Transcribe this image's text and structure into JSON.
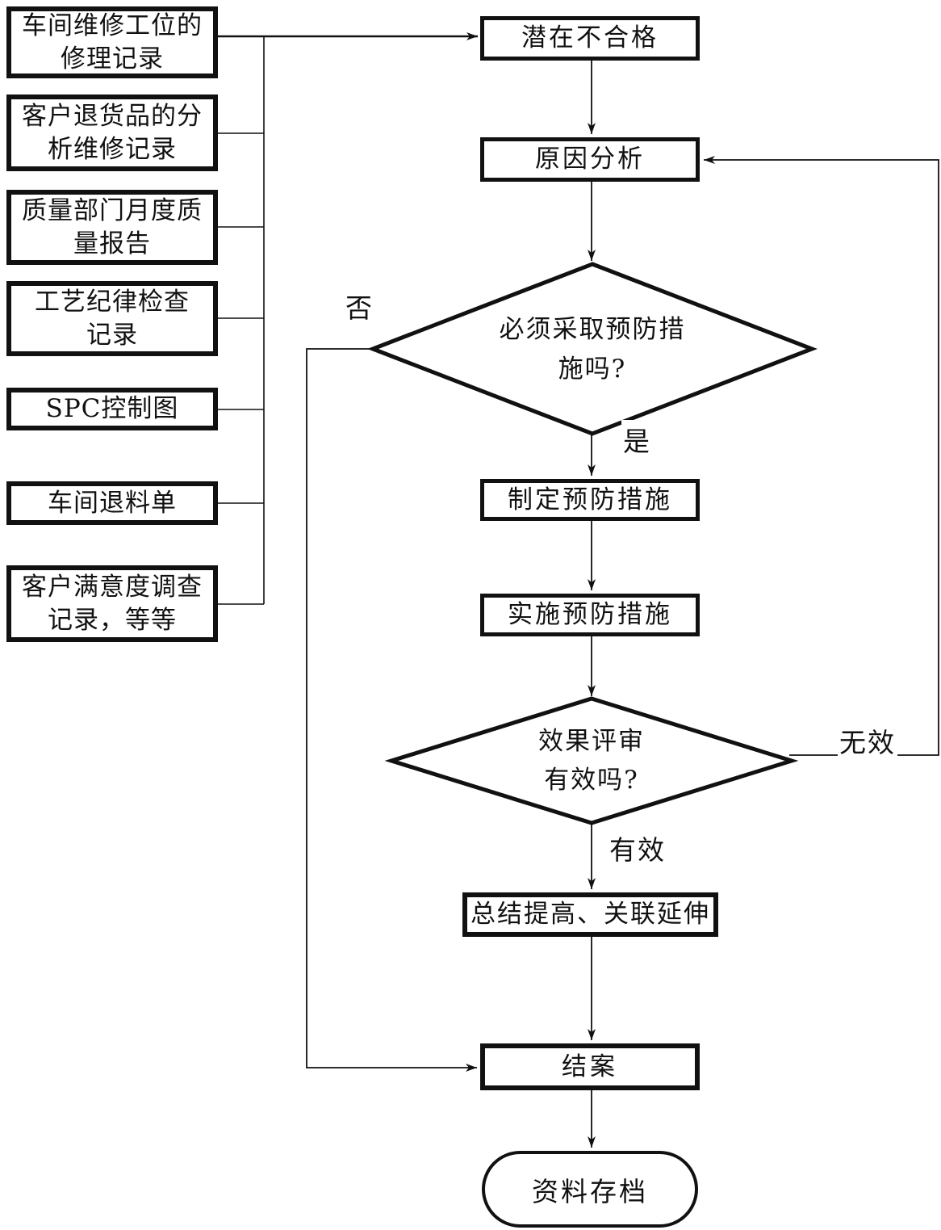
{
  "diagram": {
    "sources": [
      {
        "label": "车间维修工位的\n修理记录"
      },
      {
        "label": "客户退货品的分\n析维修记录"
      },
      {
        "label": "质量部门月度质\n量报告"
      },
      {
        "label": "工艺纪律检查\n记录"
      },
      {
        "label": "SPC控制图"
      },
      {
        "label": "车间退料单"
      },
      {
        "label": "客户满意度调查\n记录，等等"
      }
    ],
    "nodes": {
      "potential_nonconformity": "潜在不合格",
      "cause_analysis": "原因分析",
      "decision_need_preventive": "必须采取预防措\n施吗?",
      "formulate_measures": "制定预防措施",
      "implement_measures": "实施预防措施",
      "decision_effectiveness": "效果评审\n有效吗?",
      "summarize_extend": "总结提高、关联延伸",
      "close_case": "结案",
      "archive": "资料存档"
    },
    "edge_labels": {
      "no": "否",
      "yes": "是",
      "ineffective": "无效",
      "effective": "有效"
    },
    "colors": {
      "line": "#111111",
      "background": "#ffffff",
      "text": "#111111"
    }
  }
}
